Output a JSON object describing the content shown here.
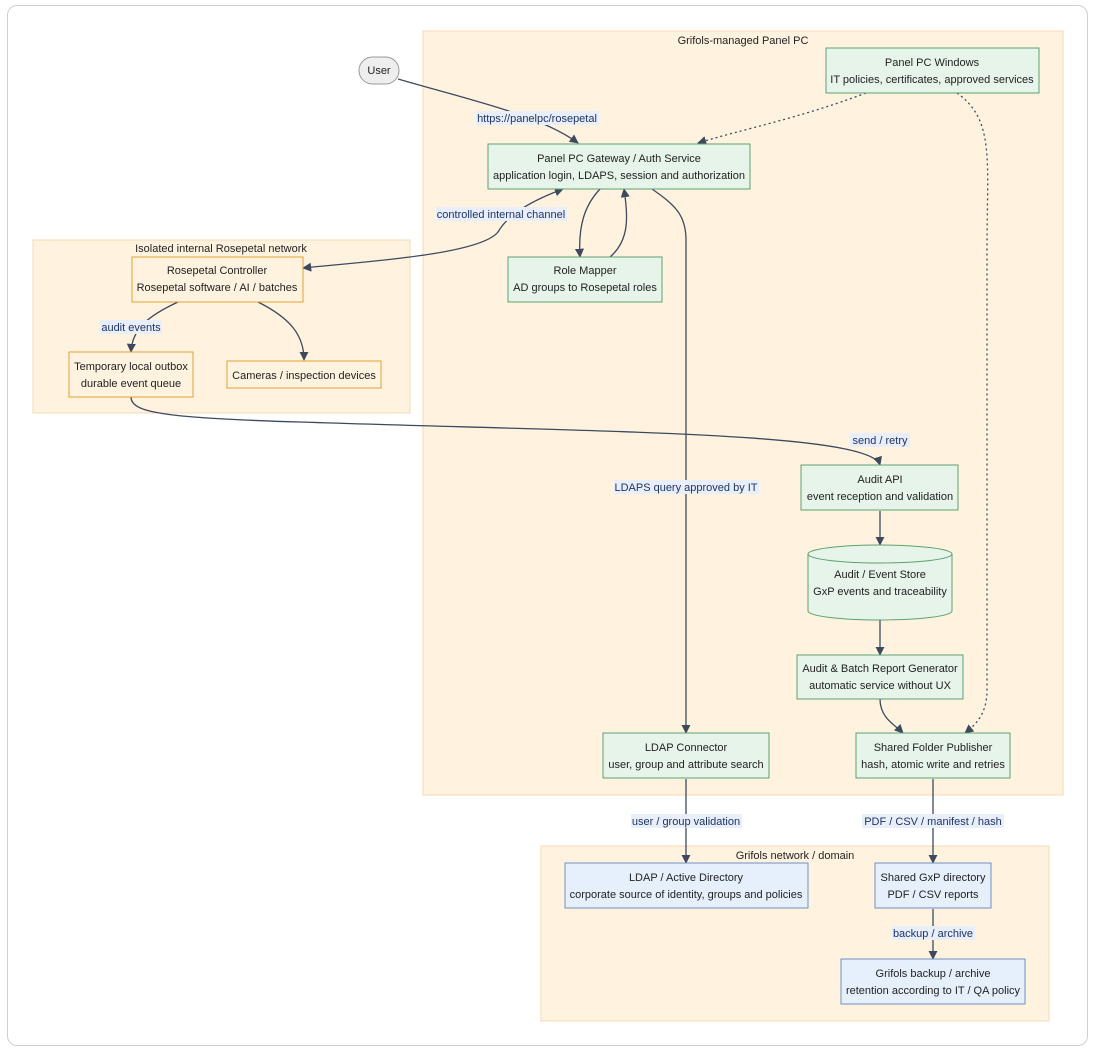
{
  "clusters": {
    "panel_pc": "Grifols-managed Panel PC",
    "rosepetal_net": "Isolated internal Rosepetal network",
    "grifols_net": "Grifols network / domain"
  },
  "nodes": {
    "user": "User",
    "panel_windows": {
      "line1": "Panel PC Windows",
      "line2": "IT policies, certificates, approved services"
    },
    "gateway": {
      "line1": "Panel PC Gateway / Auth Service",
      "line2": "application login, LDAPS, session and authorization"
    },
    "role_mapper": {
      "line1": "Role Mapper",
      "line2": "AD groups to Rosepetal roles"
    },
    "controller": {
      "line1": "Rosepetal Controller",
      "line2": "Rosepetal software / AI / batches"
    },
    "outbox": {
      "line1": "Temporary local outbox",
      "line2": "durable event queue"
    },
    "cameras": {
      "line1": "Cameras / inspection devices"
    },
    "audit_api": {
      "line1": "Audit API",
      "line2": "event reception and validation"
    },
    "event_store": {
      "line1": "Audit / Event Store",
      "line2": "GxP events and traceability"
    },
    "report_gen": {
      "line1": "Audit & Batch Report Generator",
      "line2": "automatic service without UX"
    },
    "ldap_connector": {
      "line1": "LDAP Connector",
      "line2": "user, group and attribute search"
    },
    "folder_publisher": {
      "line1": "Shared Folder Publisher",
      "line2": "hash, atomic write and retries"
    },
    "active_directory": {
      "line1": "LDAP / Active Directory",
      "line2": "corporate source of identity, groups and policies"
    },
    "shared_dir": {
      "line1": "Shared GxP directory",
      "line2": "PDF / CSV reports"
    },
    "backup": {
      "line1": "Grifols backup / archive",
      "line2": "retention according to IT / QA policy"
    }
  },
  "edge_labels": {
    "https": "https://panelpc/rosepetal",
    "internal_channel": "controlled internal channel",
    "audit_events": "audit events",
    "send_retry": "send / retry",
    "ldaps_query": "LDAPS query approved by IT",
    "user_group_validation": "user / group validation",
    "pdf_csv": "PDF / CSV / manifest / hash",
    "backup_archive": "backup / archive"
  },
  "colors": {
    "cluster_fill": "#fff3e0",
    "internal_node": "#e6f4ea",
    "rosepetal_node": "#fff3e0",
    "external_node": "#e6f0fc",
    "edge": "#3d4a5e"
  }
}
